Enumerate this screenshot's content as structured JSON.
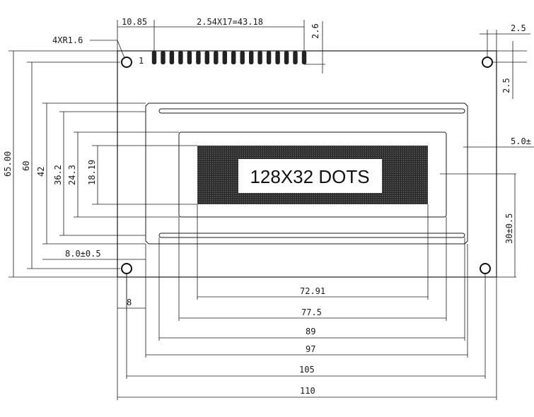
{
  "drawing": {
    "hole_spec": "4XR1.6",
    "pin1_label": "1",
    "display_label": "128X32 DOTS",
    "dimensions": {
      "pin_offset": "10.85",
      "pin_pitch": "2.54X17=43.18",
      "pin_height": "2.6",
      "hole_right_offset": "2.5",
      "hole_top_offset": "2.5",
      "right_edge_offset": "5.0±",
      "vertical_center": "30±0.5",
      "bottom_offset": "8.0±0.5",
      "left_hole_offset": "8",
      "total_height": "65.00",
      "hole_height": "60",
      "bezel_height": "42",
      "view_height": "36.2",
      "active_height": "24.3",
      "dots_height": "18.19",
      "dots_width": "72.91",
      "active_width": "77.5",
      "view_width": "89",
      "bezel_width": "97",
      "hole_width": "105",
      "total_width": "110"
    }
  },
  "colors": {
    "ink": "#1a1a1a",
    "dots_fill": "#2b2b2b",
    "paper": "#ffffff"
  }
}
